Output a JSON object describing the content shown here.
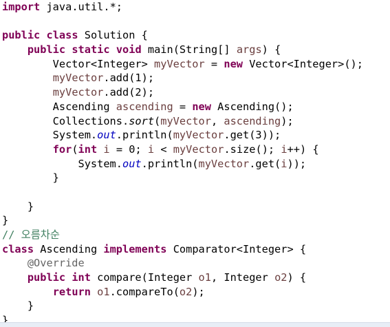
{
  "editor": {
    "language": "java",
    "colors": {
      "keyword": "#7f0055",
      "field": "#0000c0",
      "local_variable": "#6a3e3e",
      "comment": "#3f7f5f",
      "annotation": "#646464",
      "text": "#000000"
    },
    "lines": [
      [
        [
          "kw",
          "import"
        ],
        [
          "plain",
          " java.util.*;"
        ]
      ],
      [],
      [
        [
          "kw",
          "public"
        ],
        [
          "plain",
          " "
        ],
        [
          "kw",
          "class"
        ],
        [
          "plain",
          " Solution {"
        ]
      ],
      [
        [
          "plain",
          "    "
        ],
        [
          "kw",
          "public"
        ],
        [
          "plain",
          " "
        ],
        [
          "kw",
          "static"
        ],
        [
          "plain",
          " "
        ],
        [
          "kw",
          "void"
        ],
        [
          "plain",
          " main(String[] "
        ],
        [
          "var",
          "args"
        ],
        [
          "plain",
          ") {"
        ]
      ],
      [
        [
          "plain",
          "        Vector<Integer> "
        ],
        [
          "var",
          "myVector"
        ],
        [
          "plain",
          " = "
        ],
        [
          "kw",
          "new"
        ],
        [
          "plain",
          " Vector<Integer>();"
        ]
      ],
      [
        [
          "plain",
          "        "
        ],
        [
          "var",
          "myVector"
        ],
        [
          "plain",
          ".add(1);"
        ]
      ],
      [
        [
          "plain",
          "        "
        ],
        [
          "var",
          "myVector"
        ],
        [
          "plain",
          ".add(2);"
        ]
      ],
      [
        [
          "plain",
          "        Ascending "
        ],
        [
          "var",
          "ascending"
        ],
        [
          "plain",
          " = "
        ],
        [
          "kw",
          "new"
        ],
        [
          "plain",
          " Ascending();"
        ]
      ],
      [
        [
          "plain",
          "        Collections."
        ],
        [
          "italic",
          "sort"
        ],
        [
          "plain",
          "("
        ],
        [
          "var",
          "myVector"
        ],
        [
          "plain",
          ", "
        ],
        [
          "var",
          "ascending"
        ],
        [
          "plain",
          ");"
        ]
      ],
      [
        [
          "plain",
          "        System."
        ],
        [
          "field",
          "out"
        ],
        [
          "plain",
          ".println("
        ],
        [
          "var",
          "myVector"
        ],
        [
          "plain",
          ".get(3));"
        ]
      ],
      [
        [
          "plain",
          "        "
        ],
        [
          "kw",
          "for"
        ],
        [
          "plain",
          "("
        ],
        [
          "kw",
          "int"
        ],
        [
          "plain",
          " "
        ],
        [
          "var",
          "i"
        ],
        [
          "plain",
          " = 0; "
        ],
        [
          "var",
          "i"
        ],
        [
          "plain",
          " < "
        ],
        [
          "var",
          "myVector"
        ],
        [
          "plain",
          ".size(); "
        ],
        [
          "var",
          "i"
        ],
        [
          "plain",
          "++) {"
        ]
      ],
      [
        [
          "plain",
          "            System."
        ],
        [
          "field",
          "out"
        ],
        [
          "plain",
          ".println("
        ],
        [
          "var",
          "myVector"
        ],
        [
          "plain",
          ".get("
        ],
        [
          "var",
          "i"
        ],
        [
          "plain",
          "));"
        ]
      ],
      [
        [
          "plain",
          "        }"
        ]
      ],
      [],
      [
        [
          "plain",
          "    }"
        ]
      ],
      [
        [
          "plain",
          "}"
        ]
      ],
      [
        [
          "comment",
          "// 오름차순"
        ]
      ],
      [
        [
          "kw",
          "class"
        ],
        [
          "plain",
          " Ascending "
        ],
        [
          "kw",
          "implements"
        ],
        [
          "plain",
          " Comparator<Integer> {"
        ]
      ],
      [
        [
          "plain",
          "    "
        ],
        [
          "annotation",
          "@Override"
        ]
      ],
      [
        [
          "plain",
          "    "
        ],
        [
          "kw",
          "public"
        ],
        [
          "plain",
          " "
        ],
        [
          "kw",
          "int"
        ],
        [
          "plain",
          " compare(Integer "
        ],
        [
          "var",
          "o1"
        ],
        [
          "plain",
          ", Integer "
        ],
        [
          "var",
          "o2"
        ],
        [
          "plain",
          ") {"
        ]
      ],
      [
        [
          "plain",
          "        "
        ],
        [
          "kw",
          "return"
        ],
        [
          "plain",
          " "
        ],
        [
          "var",
          "o1"
        ],
        [
          "plain",
          ".compareTo("
        ],
        [
          "var",
          "o2"
        ],
        [
          "plain",
          ");"
        ]
      ],
      [
        [
          "plain",
          "    }"
        ]
      ],
      [
        [
          "plain",
          "}"
        ]
      ]
    ]
  }
}
